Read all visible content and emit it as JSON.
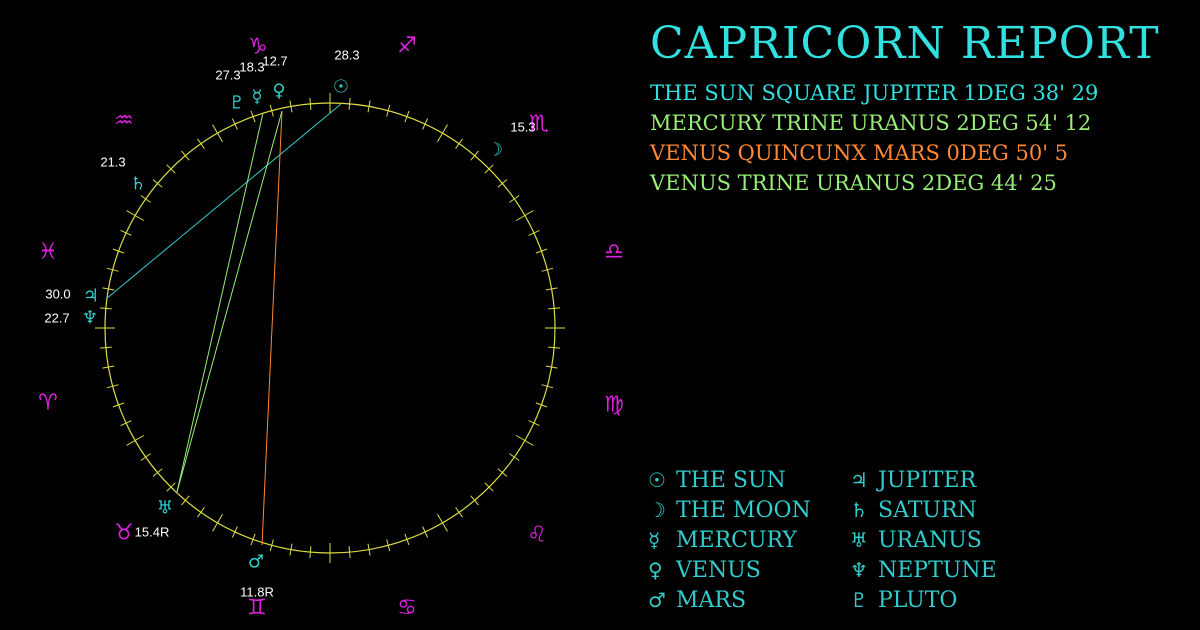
{
  "report": {
    "title": "CAPRICORN REPORT",
    "title_color": "#33e0e0"
  },
  "aspects": [
    {
      "text": "THE SUN SQUARE JUPITER 1DEG 38' 29",
      "color": "#33e0e0"
    },
    {
      "text": "MERCURY TRINE URANUS 2DEG 54' 12",
      "color": "#99ee77"
    },
    {
      "text": "VENUS QUINCUNX MARS 0DEG 50' 5",
      "color": "#ff8833"
    },
    {
      "text": "VENUS TRINE URANUS 2DEG 44' 25",
      "color": "#99ee77"
    }
  ],
  "colors": {
    "background": "#000000",
    "wheel": "#dddd44",
    "sign": "#dd22dd",
    "planet": "#33cccc",
    "degree_label": "#ffffff",
    "legend_text": "#33cccc"
  },
  "signs": [
    {
      "name": "capricorn",
      "glyph": "♑"
    },
    {
      "name": "sagittarius",
      "glyph": "♐"
    },
    {
      "name": "scorpio",
      "glyph": "♏"
    },
    {
      "name": "libra",
      "glyph": "♎"
    },
    {
      "name": "virgo",
      "glyph": "♍"
    },
    {
      "name": "leo",
      "glyph": "♌"
    },
    {
      "name": "cancer",
      "glyph": "♋"
    },
    {
      "name": "gemini",
      "glyph": "♊"
    },
    {
      "name": "taurus",
      "glyph": "♉"
    },
    {
      "name": "aries",
      "glyph": "♈"
    },
    {
      "name": "pisces",
      "glyph": "♓"
    },
    {
      "name": "aquarius",
      "glyph": "♒"
    }
  ],
  "planets": [
    {
      "name": "sun",
      "glyph": "☉",
      "degree": "28.3"
    },
    {
      "name": "moon",
      "glyph": "☽",
      "degree": "15.3"
    },
    {
      "name": "mercury",
      "glyph": "☿",
      "degree": "18.3"
    },
    {
      "name": "venus",
      "glyph": "♀",
      "degree": "12.7"
    },
    {
      "name": "mars",
      "glyph": "♂",
      "degree": "11.8R"
    },
    {
      "name": "jupiter",
      "glyph": "♃",
      "degree": "30.0"
    },
    {
      "name": "saturn",
      "glyph": "♄",
      "degree": "21.3"
    },
    {
      "name": "uranus",
      "glyph": "♅",
      "degree": "15.4R"
    },
    {
      "name": "neptune",
      "glyph": "♆",
      "degree": "22.7"
    },
    {
      "name": "pluto",
      "glyph": "♇",
      "degree": "27.3"
    }
  ],
  "chart_lines": [
    {
      "from": "sun",
      "to": "jupiter",
      "color": "#33cccc"
    },
    {
      "from": "mercury",
      "to": "uranus",
      "color": "#99ee77"
    },
    {
      "from": "venus",
      "to": "mars",
      "color": "#ff8833"
    },
    {
      "from": "venus",
      "to": "uranus",
      "color": "#99ee77"
    }
  ],
  "legend": [
    {
      "glyph": "☉",
      "label": "THE SUN"
    },
    {
      "glyph": "☽",
      "label": "THE MOON"
    },
    {
      "glyph": "☿",
      "label": "MERCURY"
    },
    {
      "glyph": "♀",
      "label": "VENUS"
    },
    {
      "glyph": "♂",
      "label": "MARS"
    },
    {
      "glyph": "♃",
      "label": "JUPITER"
    },
    {
      "glyph": "♄",
      "label": "SATURN"
    },
    {
      "glyph": "♅",
      "label": "URANUS"
    },
    {
      "glyph": "♆",
      "label": "NEPTUNE"
    },
    {
      "glyph": "♇",
      "label": "PLUTO"
    }
  ]
}
